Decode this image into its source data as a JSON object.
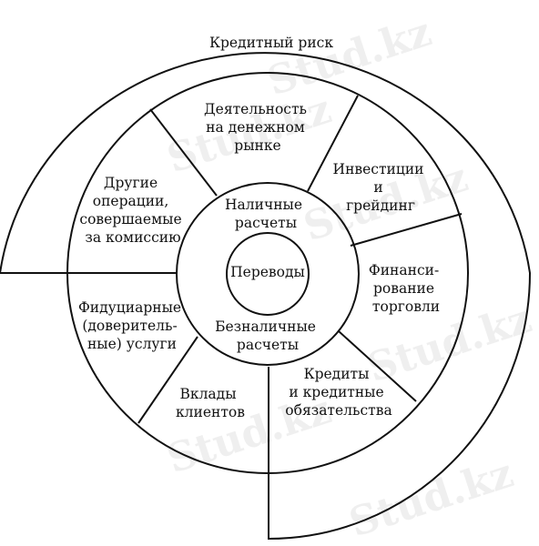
{
  "watermark": "Stud.kz",
  "outer_label": "Кредитный риск",
  "center_label": "Переводы",
  "inner_ring": {
    "top": [
      "Наличные",
      "расчеты"
    ],
    "bottom": [
      "Безналичные",
      "расчеты"
    ]
  },
  "segments": [
    {
      "id": "money-market",
      "lines": [
        "Деятельность",
        "на  денежном",
        "рынке"
      ]
    },
    {
      "id": "investments",
      "lines": [
        "Инвестиции",
        "и",
        "грейдинг"
      ]
    },
    {
      "id": "trade-finance",
      "lines": [
        "Финанси-",
        "рование",
        "торговли"
      ]
    },
    {
      "id": "credits",
      "lines": [
        "Кредиты",
        "и кредитные",
        "обязательства"
      ]
    },
    {
      "id": "deposits",
      "lines": [
        "Вклады",
        "клиентов"
      ]
    },
    {
      "id": "fiduciary",
      "lines": [
        "Фидуциарные",
        "(доверитель-",
        "ные) услуги"
      ]
    },
    {
      "id": "other-ops",
      "lines": [
        "Другие",
        "операции,",
        "совершаемые",
        "за комиссию"
      ]
    }
  ]
}
